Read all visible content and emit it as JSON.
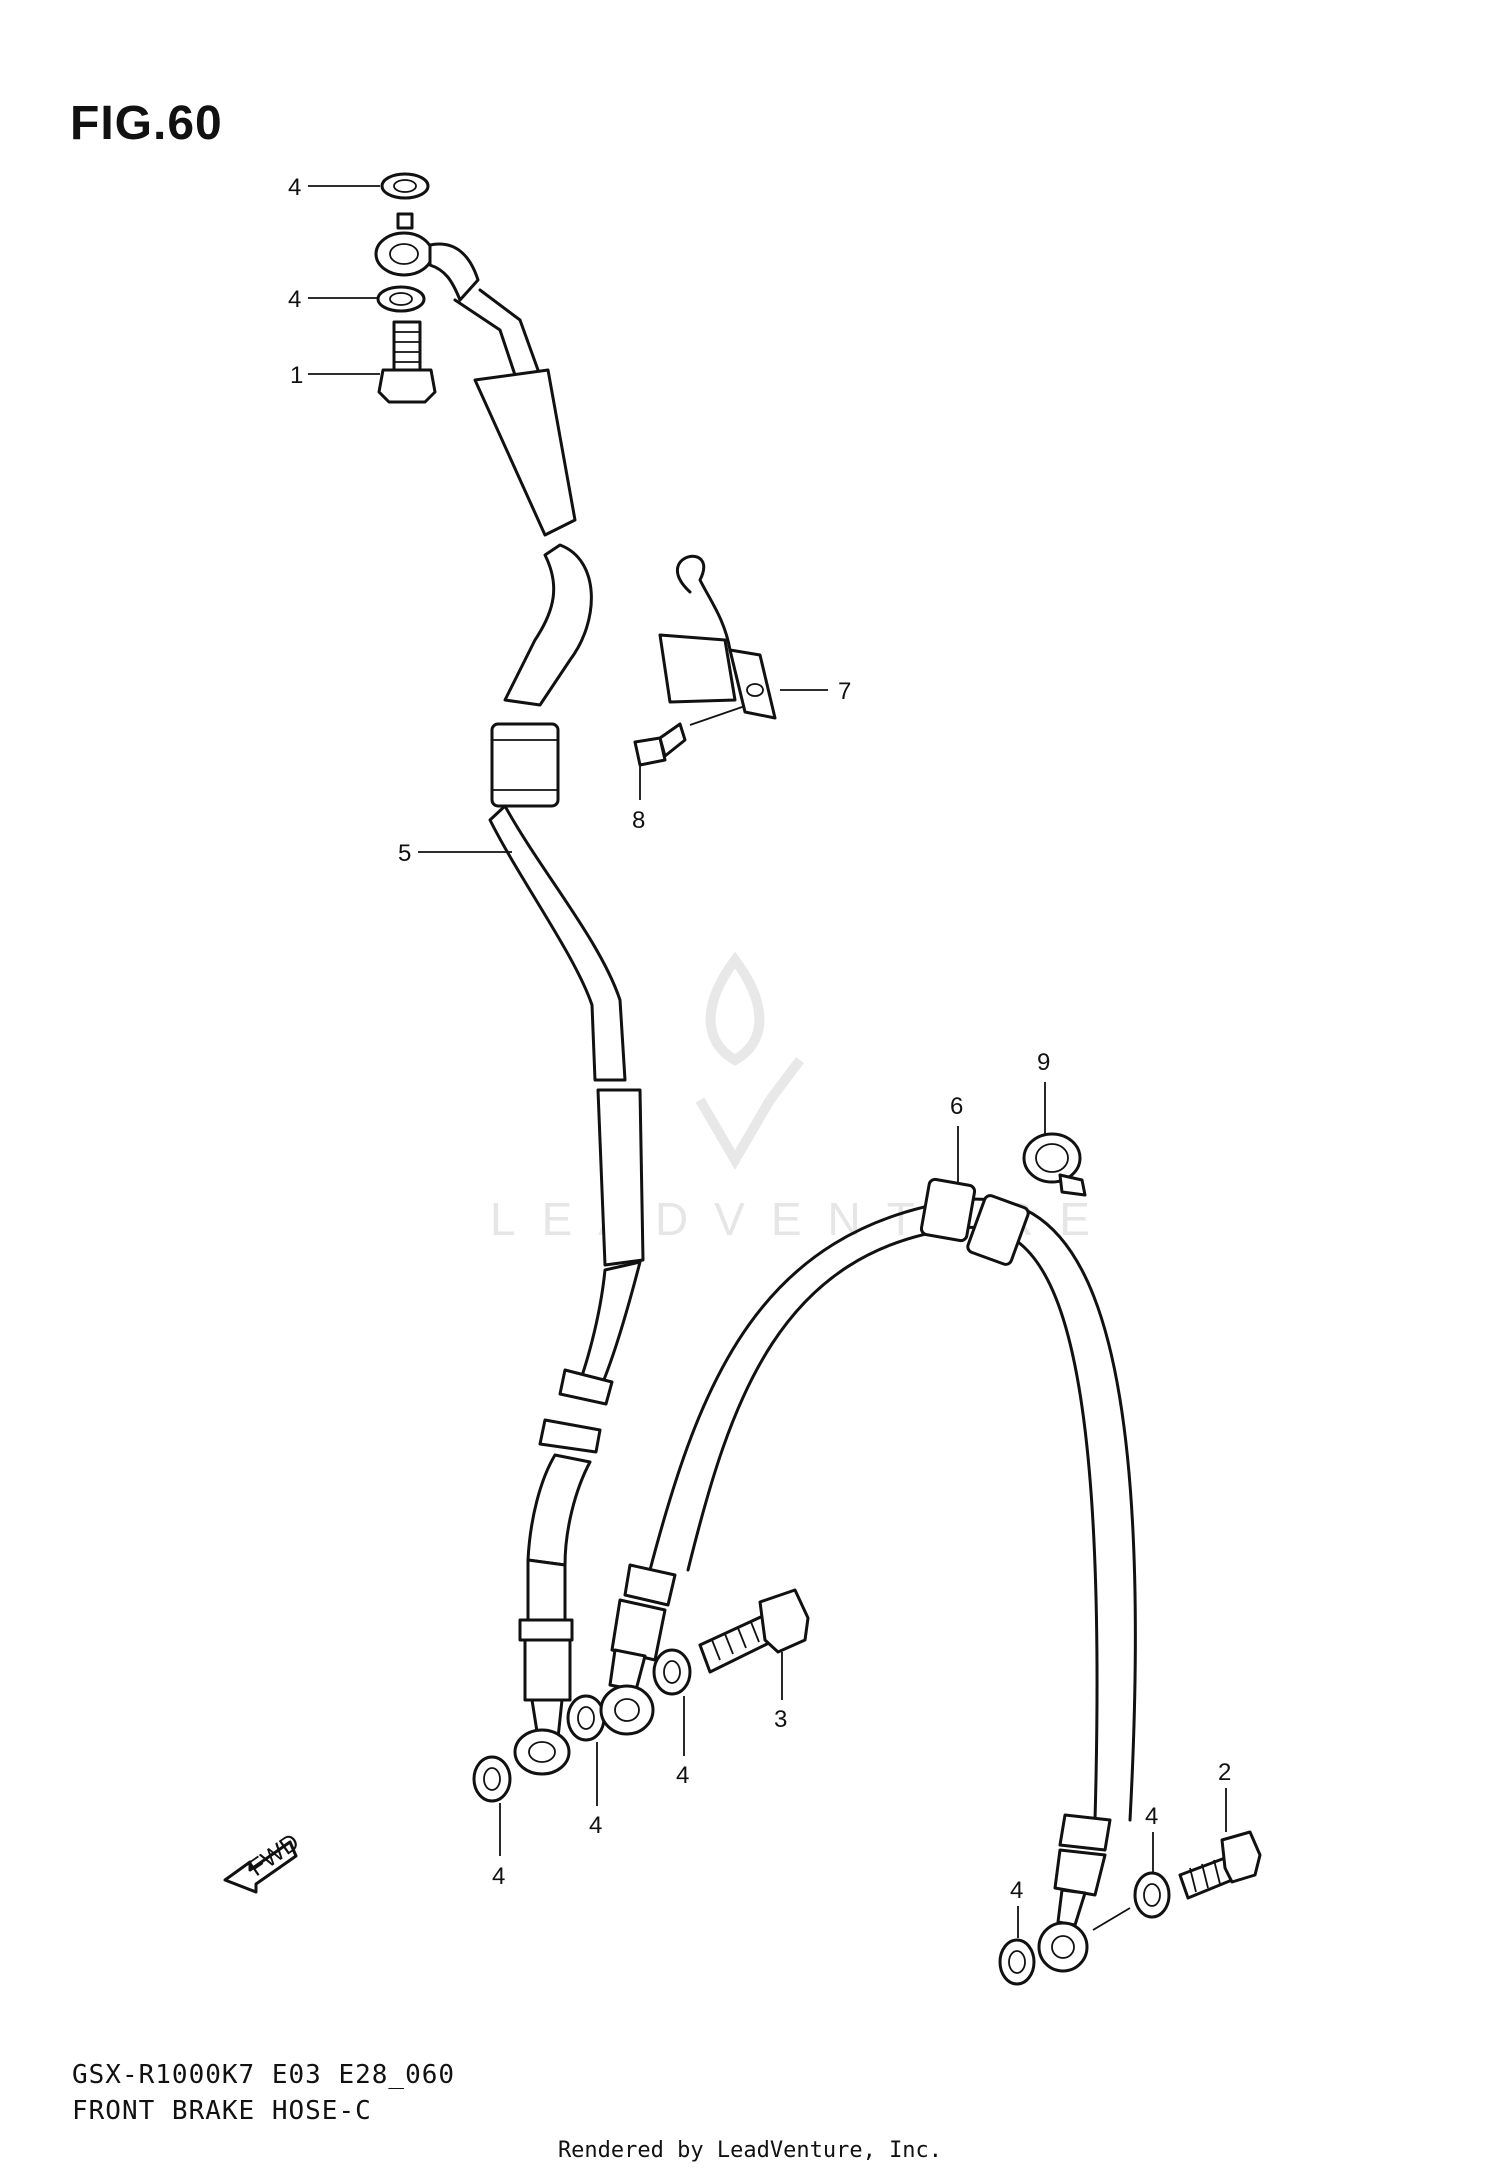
{
  "figure": {
    "title": "FIG.60"
  },
  "callouts": [
    {
      "id": "c1",
      "text": "1"
    },
    {
      "id": "c2",
      "text": "2"
    },
    {
      "id": "c3",
      "text": "3"
    },
    {
      "id": "c4a",
      "text": "4"
    },
    {
      "id": "c4b",
      "text": "4"
    },
    {
      "id": "c4c",
      "text": "4"
    },
    {
      "id": "c4d",
      "text": "4"
    },
    {
      "id": "c4e",
      "text": "4"
    },
    {
      "id": "c4f",
      "text": "4"
    },
    {
      "id": "c4g",
      "text": "4"
    },
    {
      "id": "c5",
      "text": "5"
    },
    {
      "id": "c6",
      "text": "6"
    },
    {
      "id": "c7",
      "text": "7"
    },
    {
      "id": "c8",
      "text": "8"
    },
    {
      "id": "c9",
      "text": "9"
    }
  ],
  "fwd_label": "FWD",
  "watermark": {
    "text": "LEADVENTURE"
  },
  "caption": {
    "model_code": "GSX-R1000K7 E03 E28_060",
    "name": "FRONT BRAKE  HOSE-C"
  },
  "footer": {
    "text": "Rendered by LeadVenture, Inc."
  },
  "colors": {
    "line": "#111111",
    "watermark": "#e6e6e6",
    "background": "#ffffff"
  }
}
